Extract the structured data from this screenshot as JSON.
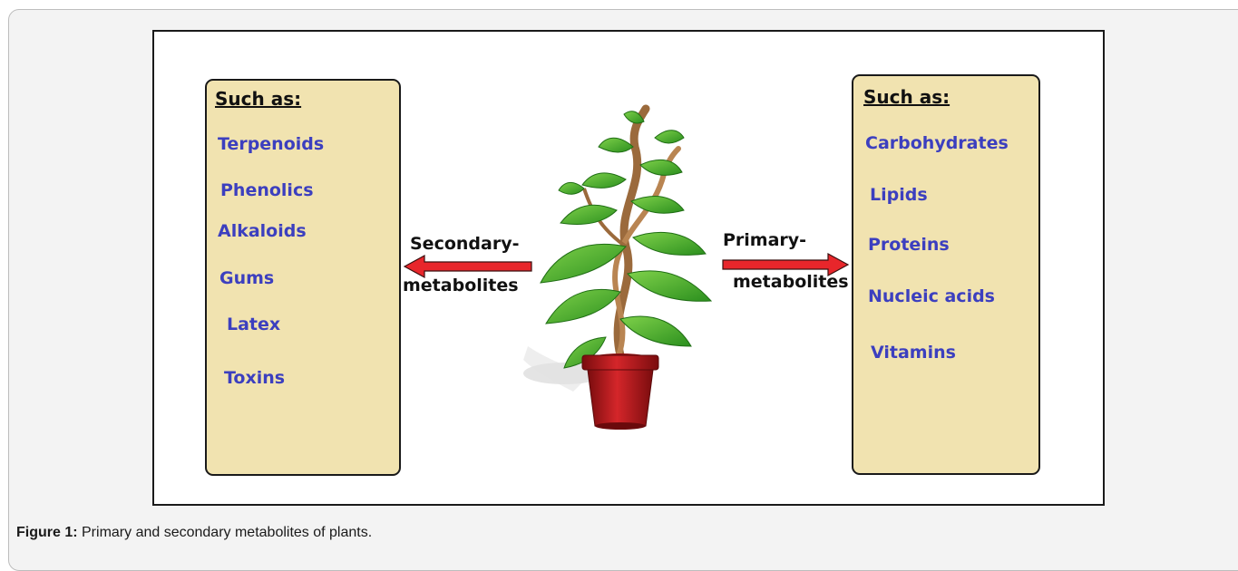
{
  "left_box": {
    "heading": "Such as:",
    "items": [
      "Terpenoids",
      "Phenolics",
      "Alkaloids",
      "Gums",
      "Latex",
      "Toxins"
    ]
  },
  "right_box": {
    "heading": "Such as:",
    "items": [
      "Carbohydrates",
      "Lipids",
      "Proteins",
      "Nucleic acids",
      "Vitamins"
    ]
  },
  "arrows": {
    "secondary_line1": "Secondary-",
    "secondary_line2": "metabolites",
    "primary_line1": "Primary-",
    "primary_line2": "metabolites"
  },
  "caption": {
    "label": "Figure 1:",
    "text": " Primary and secondary metabolites of plants."
  },
  "colors": {
    "box_fill": "#f1e3b0",
    "item_text": "#3c3fbf",
    "arrow_fill": "#e8262b",
    "pot": "#c0181a",
    "leaf": "#3fae2a",
    "stem": "#9b6a3c"
  }
}
